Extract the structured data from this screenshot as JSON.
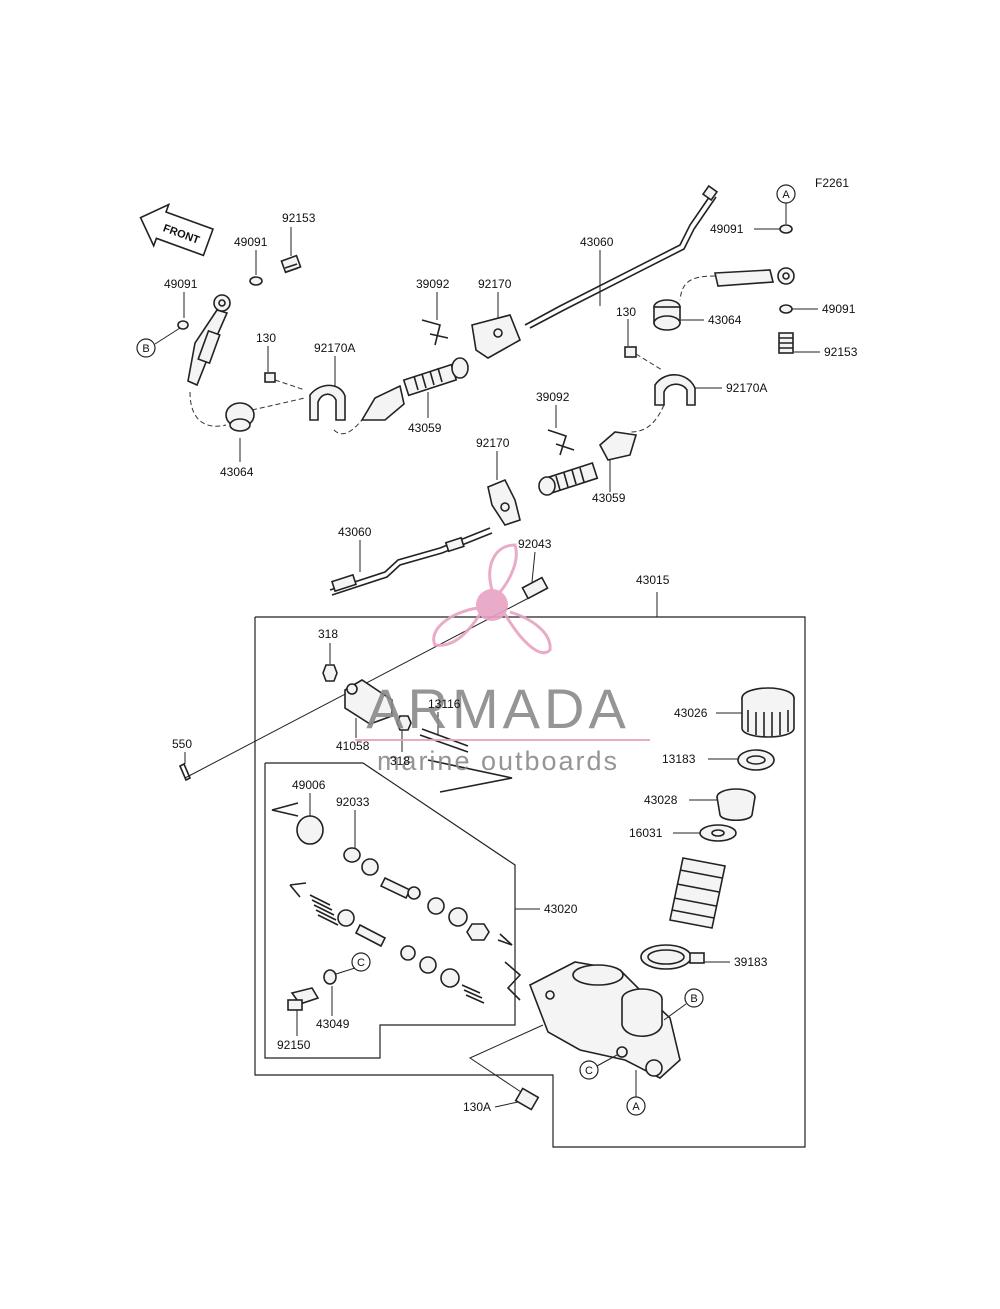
{
  "diagram_code": "F2261",
  "front_label": "FRONT",
  "ref_letters": {
    "a": "A",
    "b": "B",
    "c": "C"
  },
  "labels": {
    "p92153_l": "92153",
    "p49091_l1": "49091",
    "p49091_l2": "49091",
    "p130_l": "130",
    "p92170A_l": "92170A",
    "p43064_l": "43064",
    "p39092_t": "39092",
    "p92170_t": "92170",
    "p43060_t": "43060",
    "p43059_t": "43059",
    "p49091_r1": "49091",
    "p49091_r2": "49091",
    "p92153_r": "92153",
    "p130_r": "130",
    "p43064_r": "43064",
    "p92170A_r": "92170A",
    "p39092_m": "39092",
    "p92170_m": "92170",
    "p43059_m": "43059",
    "p43060_m": "43060",
    "p92043": "92043",
    "p43015": "43015",
    "p318_a": "318",
    "p318_b": "318",
    "p41058": "41058",
    "p13116": "13116",
    "p550": "550",
    "p43026": "43026",
    "p13183": "13183",
    "p43028": "43028",
    "p16031": "16031",
    "p49006": "49006",
    "p92033": "92033",
    "p43020": "43020",
    "p39183": "39183",
    "p43049": "43049",
    "p92150": "92150",
    "p130A": "130A"
  },
  "watermark": {
    "name": "ARMADA",
    "tagline": "marine outboards",
    "name_color": "#8a8a8a",
    "accent_color": "#e8a3c4"
  }
}
